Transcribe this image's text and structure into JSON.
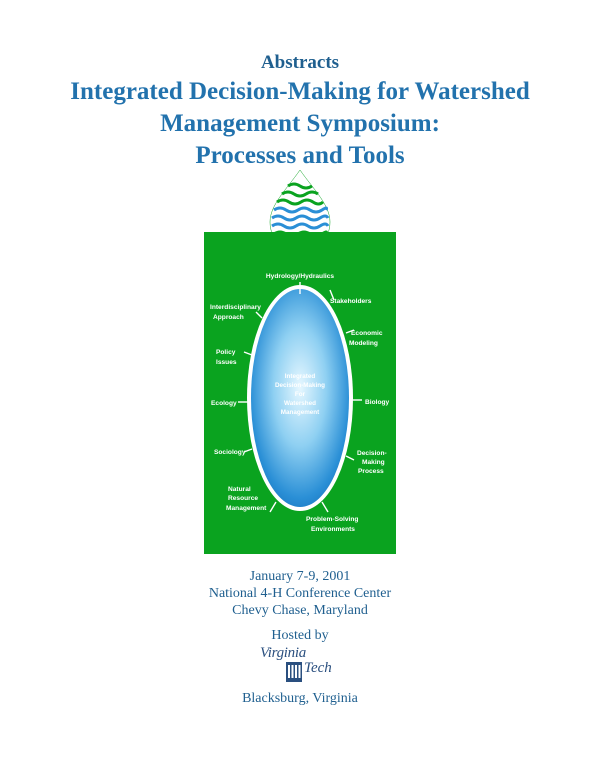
{
  "header": {
    "kicker": "Abstracts",
    "title_lines": [
      "Integrated Decision-Making for Watershed",
      "Management Symposium:",
      "Processes and Tools"
    ]
  },
  "diagram": {
    "center_text": [
      "Integrated",
      "Decision-Making",
      "For",
      "Watershed",
      "Management"
    ],
    "labels": {
      "hydrology": "Hydrology/Hydraulics",
      "stakeholders": "Stakeholders",
      "economic": [
        "Economic",
        "Modeling"
      ],
      "biology": "Biology",
      "decision": [
        "Decision-",
        "Making",
        "Process"
      ],
      "problem": [
        "Problem-Solving",
        "Environments"
      ],
      "natural": [
        "Natural",
        "Resource",
        "Management"
      ],
      "sociology": "Sociology",
      "ecology": "Ecology",
      "policy": [
        "Policy",
        "Issues"
      ],
      "interdisciplinary": [
        "Interdisciplinary",
        "Approach"
      ]
    },
    "colors": {
      "green": "#0aa31f",
      "blue": "#2a8fd6",
      "light_blue": "#bfe6f7"
    }
  },
  "event": {
    "date": "January 7-9,  2001",
    "venue": "National 4-H Conference Center",
    "city": "Chevy Chase, Maryland",
    "hosted_by": "Hosted by",
    "host_logo": [
      "Virginia",
      "Tech"
    ],
    "host_city": "Blacksburg,  Virginia"
  }
}
